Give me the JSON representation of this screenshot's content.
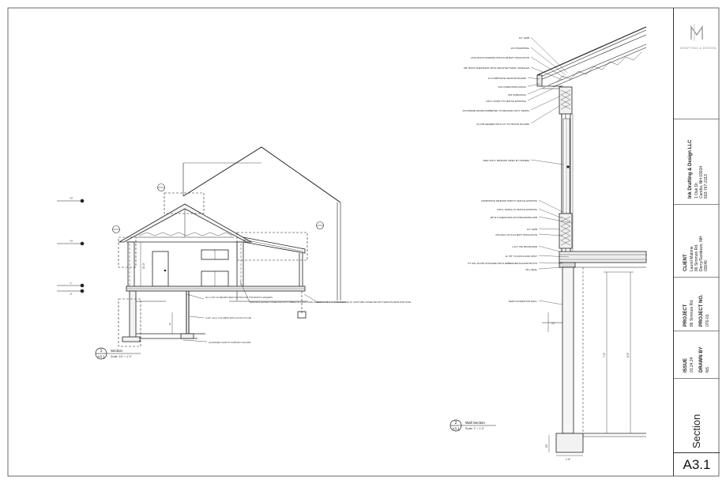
{
  "sheet": {
    "logo_text": "DRAFTING & DESIGN",
    "company": {
      "name": "Ink Drafting & Design LLC",
      "line1": "1 Oak Dr.",
      "line2": "Candia, NH 03034",
      "line3": "603-767-2113"
    },
    "client": {
      "label": "CLIENT",
      "line1": "Laurel Malone",
      "line2": "86 Simmon Rd.",
      "line3": "Derry/Sandown, NH",
      "line4": "03046"
    },
    "project": {
      "label": "PROJECT",
      "value": "86 Simmon Rd."
    },
    "project_no": {
      "label": "PROJECT NO.",
      "value": "076-01"
    },
    "issue": {
      "label": "ISSUE",
      "value": "01.24.24"
    },
    "drawn_by": {
      "label": "DRAWN BY",
      "value": "NS"
    },
    "sheet_title": "Section",
    "sheet_number": "A3.1"
  },
  "section_view": {
    "number": "1",
    "sheet": "A3.1",
    "title": "Section",
    "scale": "Scale: 1/4\" = 1'-0\"",
    "dims": {
      "wall": "11'-0\"",
      "bsmt": "8'"
    },
    "notes": [
      "(3) 11-7/8\" LVL BEAMS NEW FOOTING FOR TOP MOUNT HANGERS",
      "4-1/2\" LALLY COLUMNS WITH LCC3.5-3.5 CAP",
      "NEW DECK LEDGER CONNECTED WITH TIMBERLOK STRUCTURAL SCREWS AT 16\" O.C. STAGGERED",
      "NEW FOOTING CONCRETE FILLED 12\" SONOTUBE CONNECTED WITH SIMPSON ABU66 POST BASE",
      "HAUNCHED SLAB TO SUPPORT COLUMN"
    ]
  },
  "wall_section_view": {
    "number": "2",
    "sheet": "A3.1",
    "title": "Wall Section",
    "scale": "Scale: 1\" = 1'-0\"",
    "notes": [
      "1/2\" GWB",
      "1X3 STRAPPING",
      "2X12 ROOF FRAMING WITH R-38 BATT INSULATION",
      "5/8\" ROOF SHEATHING WITH ARCHITECTURAL SHINGLES",
      "1X COMPOSITE SHADOW BOARD",
      "1X6 COMPOSITE FASCIA",
      "2X6 SUBFASCIA",
      "VINYL SOFFIT TO MATCH EXISTING",
      "1X4 FRIEZE BOARD RABBETED TO RECEIVE VINYL SIDING",
      "(3) 2X8 HEADER WITH 1/2\" PLYWOOD FILLERS",
      "NEW VINYL WINDOW (SPEC BY OWNER)",
      "COMPOSITE WINDOW TRIM TO MATCH EXISTING",
      "VINYL SIDING TO MATCH EXISTING",
      "ZIP R-6 SHEATHING W/ INTEGRATED AVB",
      "1/2\" GWB",
      "2X6 WALL W/ R-21 BATT INSULATION",
      "1-1/4\" TBL RIM BOARD",
      "11-7/8\" TJI 230 FLOOR JOIST",
      "PT SILL PLATE ATTACHED WITH EMBEDDED ANCHOR BOLTS",
      "SILL SEAL",
      "NEW FOUNDATION WALL"
    ],
    "dims": {
      "frost": "10\"",
      "wall_h": "7'-8\"",
      "total_h": "8'-8\"",
      "footing_h": "10\"",
      "footing_w": "1'-8\""
    }
  },
  "level_markers": [
    "+9'",
    "+0'",
    "-1'",
    "-9'"
  ]
}
